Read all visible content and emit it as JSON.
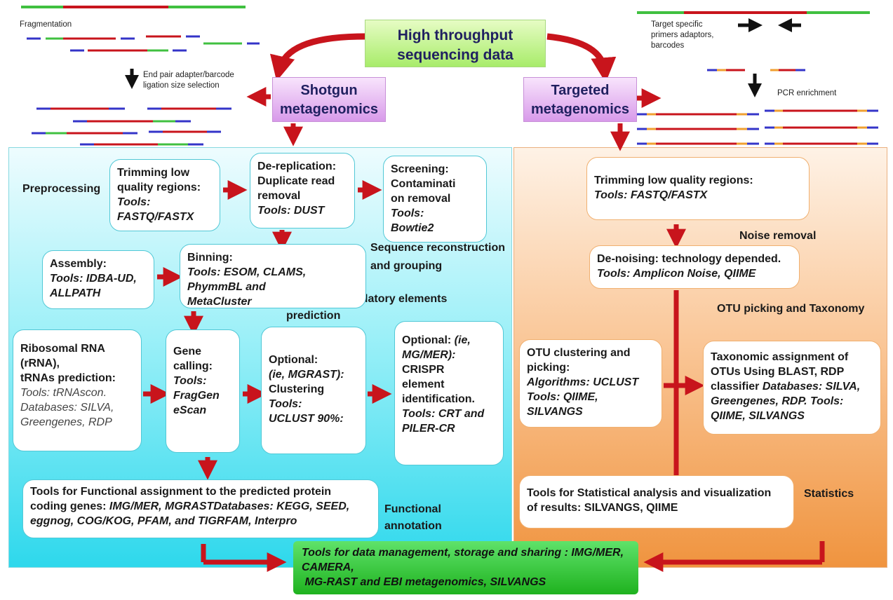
{
  "top": {
    "title_line1": "High throughput",
    "title_line2": "sequencing data",
    "shotgun_line1": "Shotgun",
    "shotgun_line2": "metagenomics",
    "targeted_line1": "Targeted",
    "targeted_line2": "metagenomics"
  },
  "annotations": {
    "fragmentation": "Fragmentation",
    "end_pair_line1": "End pair adapter/barcode",
    "end_pair_line2": "ligation size selection",
    "target_specific_line1": "Target specific",
    "target_specific_line2": "primers adaptors,",
    "target_specific_line3": "barcodes",
    "pcr_enrichment": "PCR enrichment"
  },
  "shotgun": {
    "preprocessing": "Preprocessing",
    "sequence_reconstruction_line1": "Sequence reconstruction",
    "sequence_reconstruction_line2": "and grouping",
    "gene_prediction_line1": "Gene and regulatory elements",
    "gene_prediction_line2": "prediction",
    "functional_annotation_line1": "Functional",
    "functional_annotation_line2": "annotation",
    "trimming": {
      "l1": "Trimming low",
      "l2": "quality regions:",
      "l3": "Tools:",
      "l4": "FASTQ/FASTX"
    },
    "dereplication": {
      "l1": "De-replication:",
      "l2": "Duplicate read",
      "l3": "removal",
      "l4a": "Tools:",
      "l4b": "DUST"
    },
    "screening": {
      "l1": "Screening:",
      "l2": "Contaminati",
      "l3": "on removal",
      "l4": "Tools:",
      "l5": "Bowtie2"
    },
    "assembly": {
      "l1": "Assembly:",
      "l2a": "Tools:",
      "l2b": "IDBA-UD,",
      "l3": "ALLPATH"
    },
    "binning": {
      "l1": "Binning:",
      "l2": "Tools: ESOM, CLAMS,",
      "l3": "PhymmBL and",
      "l4": "MetaCluster"
    },
    "ribosomal": {
      "l1": "Ribosomal RNA",
      "l2": "(rRNA),",
      "l3": "tRNAs prediction:",
      "l4": "Tools: tRNAscon.",
      "l5": "Databases: SILVA,",
      "l6": "Greengenes, RDP"
    },
    "gene_calling": {
      "l1": "Gene",
      "l2": "calling:",
      "l3": "Tools:",
      "l4": "FragGen",
      "l5": "eScan"
    },
    "clustering": {
      "l1a": "Optional:",
      "l2": "(ie, MGRAST):",
      "l3": "Clustering",
      "l4": "Tools:",
      "l5": "UCLUST 90%:"
    },
    "crispr": {
      "l1a": "Optional:",
      "l1b": "(ie,",
      "l2": "MG/MER):",
      "l3": "CRISPR",
      "l4": "element",
      "l5": "identification.",
      "l6": "Tools: CRT and",
      "l7": "PILER-CR"
    },
    "functional": {
      "l1": "Tools for Functional assignment to the predicted protein",
      "l2a": "coding genes:",
      "l2b": "IMG/MER, MGRASTDatabases: KEGG, SEED,",
      "l3": "eggnog, COG/KOG, PFAM, and TIGRFAM, Interpro"
    }
  },
  "targeted": {
    "noise_removal": "Noise removal",
    "otu_picking_taxonomy": "OTU picking and Taxonomy",
    "statistics": "Statistics",
    "trimming": {
      "l1": "Trimming low quality regions:",
      "l2": "Tools: FASTQ/FASTX"
    },
    "denoising": {
      "l1": "De-noising: technology depended.",
      "l2": "Tools: Amplicon Noise, QIIME"
    },
    "otu_clustering": {
      "l1": "OTU clustering and",
      "l2": "picking:",
      "l3": "Algorithms: UCLUST",
      "l4": "Tools: QIIME,",
      "l5": "SILVANGS"
    },
    "taxonomic": {
      "l1": "Taxonomic assignment of",
      "l2": "OTUs Using BLAST, RDP",
      "l3a": "classifier",
      "l3b": "Databases: SILVA,",
      "l4": "Greengenes, RDP. Tools:",
      "l5": "QIIME, SILVANGS"
    },
    "stats_box": {
      "l1": "Tools for Statistical analysis and visualization",
      "l2a": "of results:",
      "l2b": "SILVANGS, QIIME"
    }
  },
  "final": {
    "l1": "Tools for data management, storage and sharing : IMG/MER,",
    "l2": "CAMERA,",
    "l3": " MG-RAST and EBI metagenomics, SILVANGS"
  },
  "colors": {
    "left_panel": "#33e0f2",
    "right_panel": "#f29a4e",
    "arrow": "#c8141c",
    "read_red": "#c8141c",
    "read_green": "#40c040",
    "read_blue": "#3434c8",
    "read_orange": "#f0a030"
  }
}
